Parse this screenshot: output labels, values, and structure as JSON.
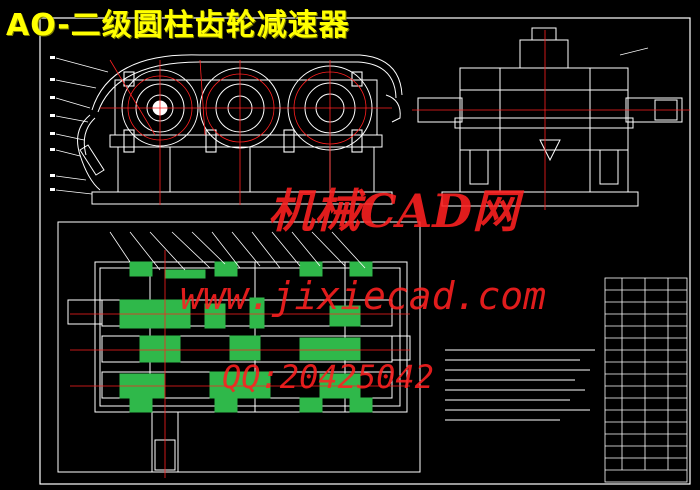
{
  "title": "AO-二级圆柱齿轮减速器",
  "watermark": {
    "line1": "机械CAD网",
    "line2": "www.jixiecad.com",
    "line3": "QQ:20425042"
  },
  "colors": {
    "background": "#000000",
    "outline": "#ffffff",
    "centerline": "#ff2020",
    "gear_fill": "#2fb84a",
    "title": "#ffff00",
    "watermark": "#ff2020"
  }
}
